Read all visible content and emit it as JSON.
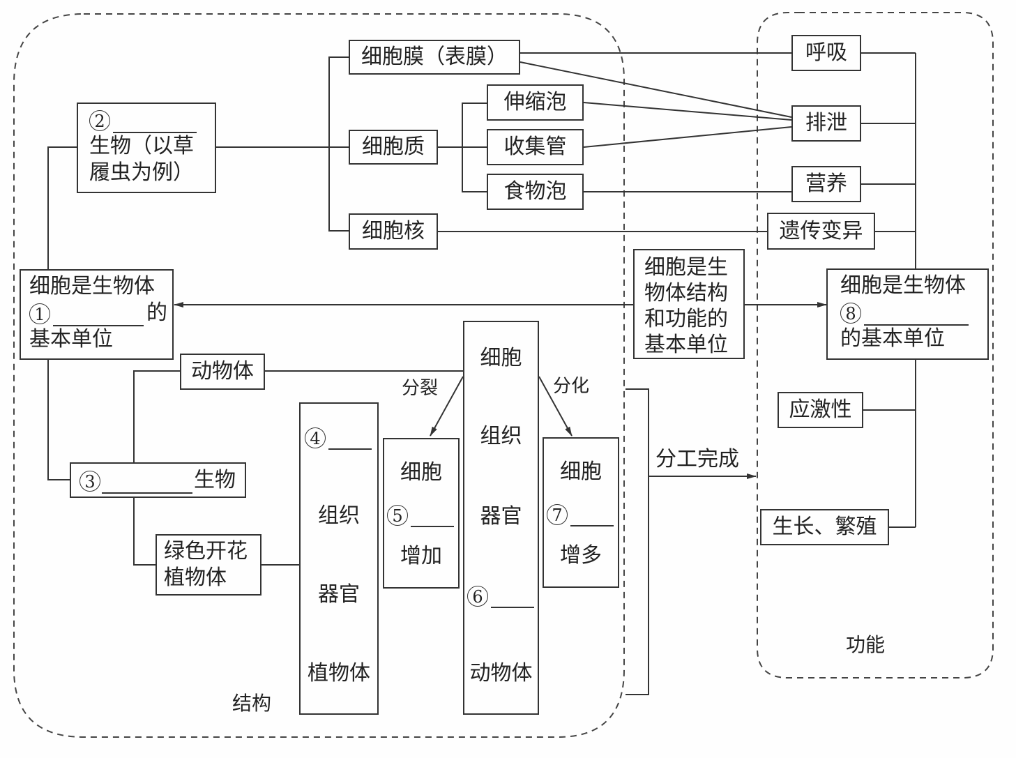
{
  "regions": {
    "structure_label": "结构",
    "function_label": "功能"
  },
  "organism2": {
    "number": "2",
    "line1": "生物（以草",
    "line2": "履虫为例）"
  },
  "paramecium_parts": {
    "membrane": "细胞膜（表膜）",
    "cytoplasm": "细胞质",
    "nucleus": "细胞核",
    "contractile_vacuole": "伸缩泡",
    "collecting_canal": "收集管",
    "food_vacuole": "食物泡"
  },
  "functions": {
    "respiration": "呼吸",
    "excretion": "排泄",
    "nutrition": "营养",
    "heredity": "遗传变异",
    "irritability": "应激性",
    "growth_reproduction": "生长、繁殖"
  },
  "unit1": {
    "line1": "细胞是生物体",
    "number": "1",
    "after_blank": "的",
    "line3": "基本单位"
  },
  "unit8": {
    "line1": "细胞是生物体",
    "number": "8",
    "line3": "的基本单位"
  },
  "center_unit": {
    "line1": "细胞是生",
    "line2": "物体结构",
    "line3": "和功能的",
    "line4": "基本单位"
  },
  "organism3": {
    "number": "3",
    "suffix": "生物"
  },
  "animal_body": "动物体",
  "plant_body": {
    "line1": "绿色开花",
    "line2": "植物体"
  },
  "plant_column": {
    "number": "4",
    "items": [
      "组织",
      "器官",
      "植物体"
    ]
  },
  "animal_column": {
    "items": [
      "细胞",
      "组织",
      "器官"
    ],
    "number": "6",
    "last": "动物体"
  },
  "division_box": {
    "top": "细胞",
    "number": "5",
    "bottom": "增加"
  },
  "differentiation_box": {
    "top": "细胞",
    "number": "7",
    "bottom": "增多"
  },
  "edge_labels": {
    "division": "分裂",
    "differentiation": "分化",
    "division_of_labor": "分工完成"
  }
}
